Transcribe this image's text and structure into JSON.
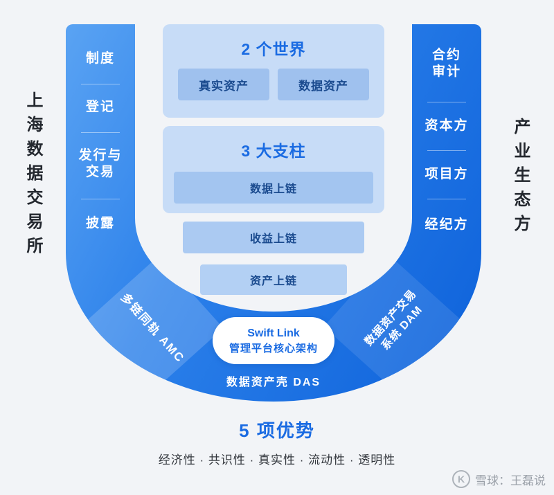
{
  "sides": {
    "left": "上海数据交易所",
    "right": "产业生态方"
  },
  "left_column": [
    "制度",
    "登记",
    "发行与\n交易",
    "披露"
  ],
  "right_column": [
    "合约\n审计",
    "资本方",
    "项目方",
    "经纪方"
  ],
  "worlds": {
    "title": "2 个世界",
    "items": [
      "真实资产",
      "数据资产"
    ]
  },
  "pillars": {
    "title": "3 大支柱",
    "items": [
      "数据上链",
      "收益上链",
      "资产上链"
    ]
  },
  "core": {
    "left_diagonal": "多链同轨 AMC",
    "right_diagonal": "数据资产交易\n系统 DAM",
    "hub_line1": "Swift Link",
    "hub_line2": "管理平台核心架构",
    "bottom_band": "数据资产壳 DAS"
  },
  "advantages": {
    "title": "5 项优势",
    "items_line": "经济性 · 共识性 · 真实性 · 流动性 · 透明性"
  },
  "watermark": {
    "icon": "K",
    "text": "雪球：王磊说"
  },
  "colors": {
    "accent_blue": "#1a6be2",
    "u_gradient_start": "#5aa3f3",
    "u_gradient_end": "#0d61da",
    "panel_bg": "#c7dcf7",
    "chip_bg": "#9fc1ee",
    "page_bg": "#f2f4f7"
  }
}
